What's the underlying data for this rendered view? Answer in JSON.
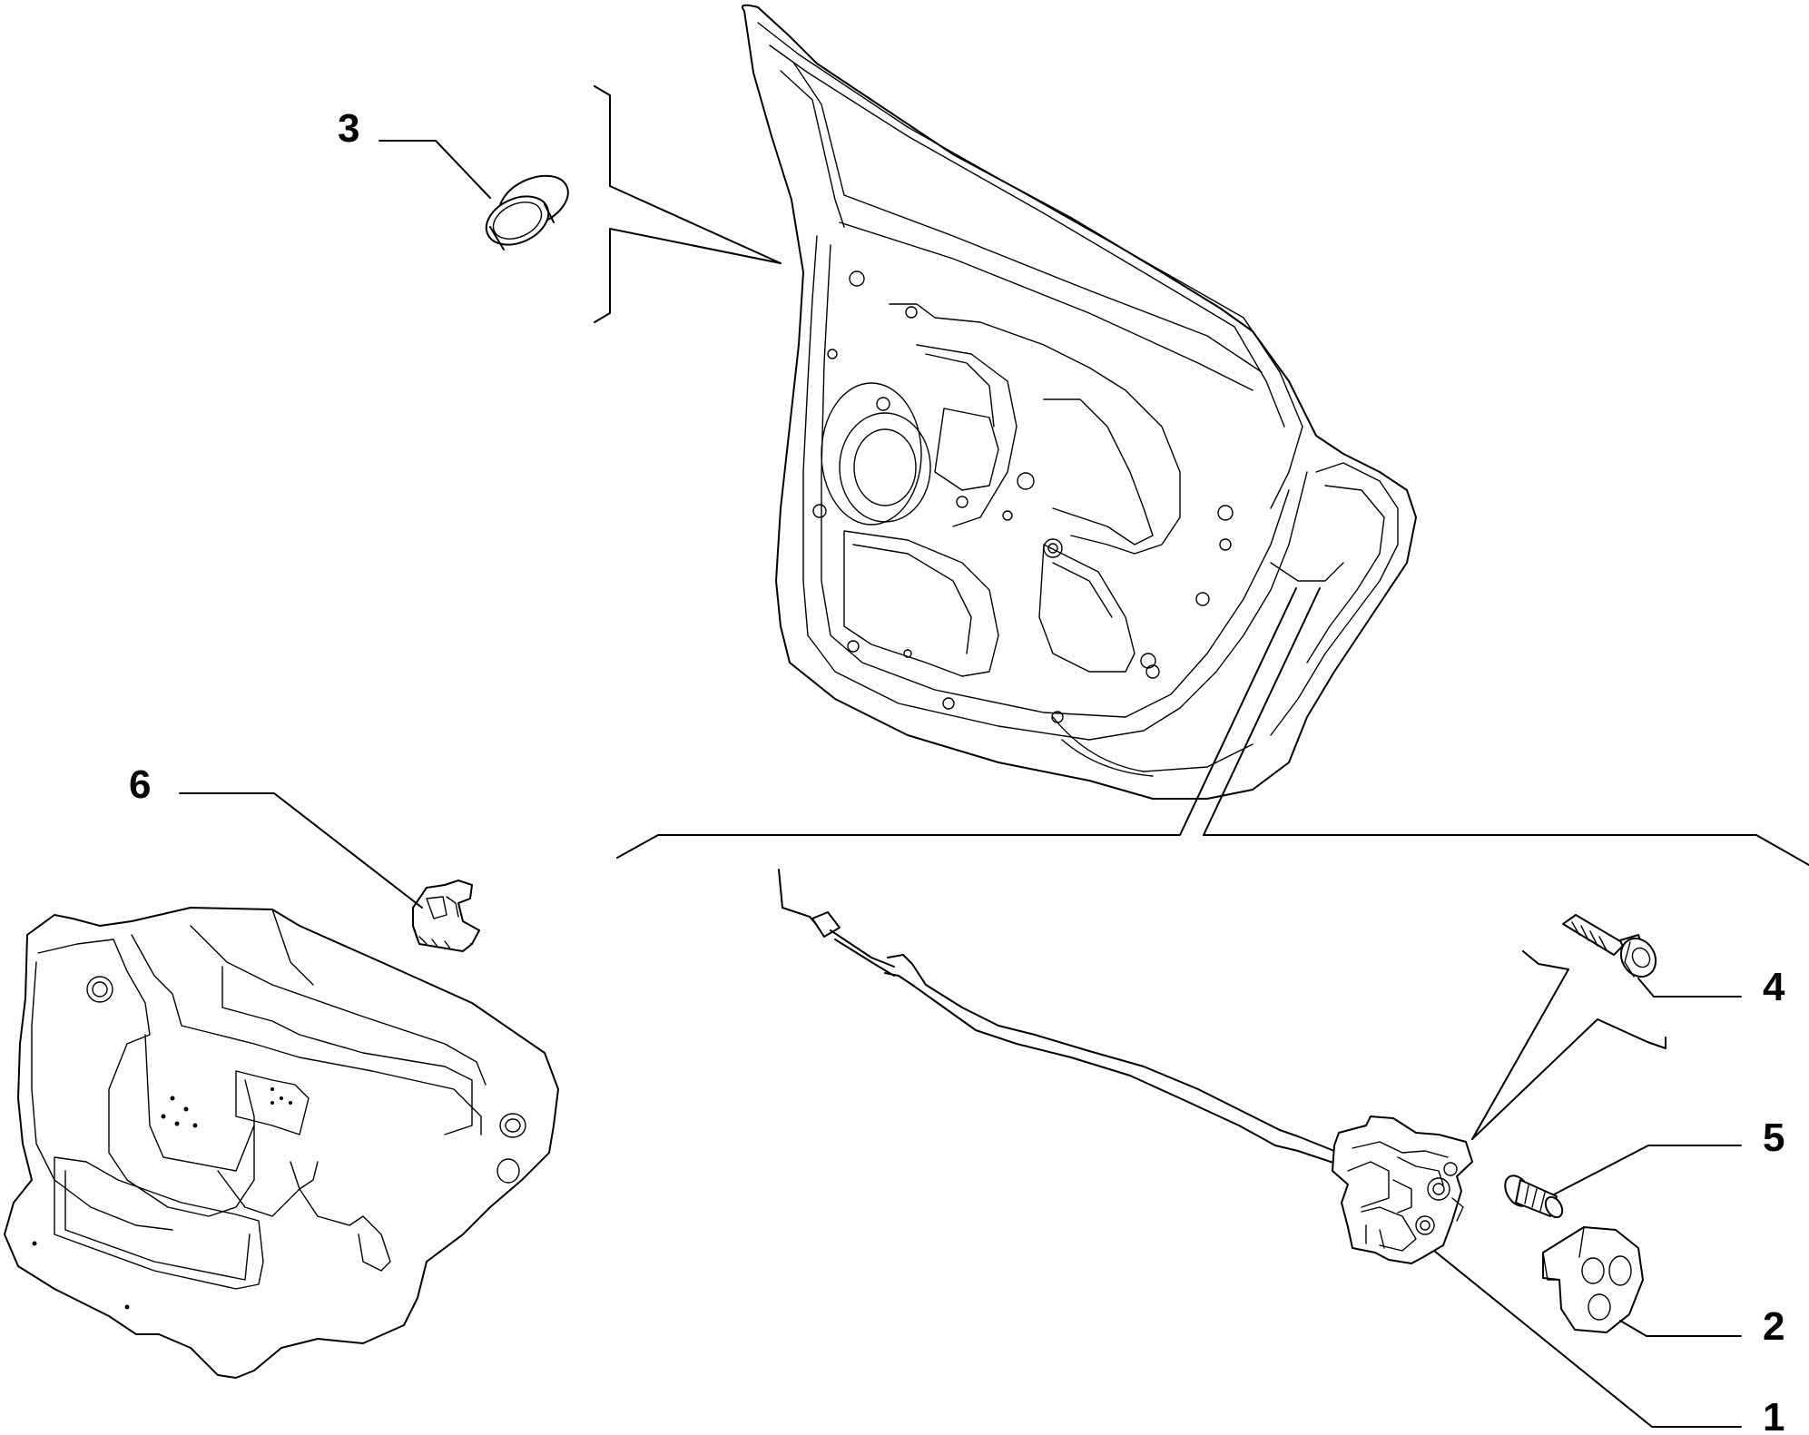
{
  "diagram": {
    "callouts": [
      {
        "id": "callout-1",
        "label": "1"
      },
      {
        "id": "callout-2",
        "label": "2"
      },
      {
        "id": "callout-3",
        "label": "3"
      },
      {
        "id": "callout-4",
        "label": "4"
      },
      {
        "id": "callout-5",
        "label": "5"
      },
      {
        "id": "callout-6",
        "label": "6"
      }
    ]
  }
}
